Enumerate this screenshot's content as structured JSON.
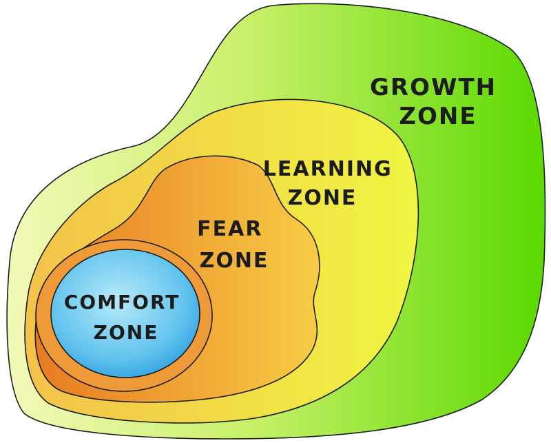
{
  "zones": {
    "growth": {
      "line1": "GROWTH",
      "line2": "ZONE",
      "color_light": "#f3f9b8",
      "color_dark": "#5ad900"
    },
    "learning": {
      "line1": "LEARNING",
      "line2": "ZONE",
      "color_light": "#f7d85a",
      "color_dark": "#f0f542"
    },
    "fear": {
      "line1": "FEAR",
      "line2": "ZONE",
      "color_light": "#e8852a",
      "color_dark": "#f7c240"
    },
    "comfort": {
      "line1": "COMFORT",
      "line2": "ZONE",
      "color_light": "#9adcf2",
      "color_dark": "#2f9fe0"
    }
  }
}
